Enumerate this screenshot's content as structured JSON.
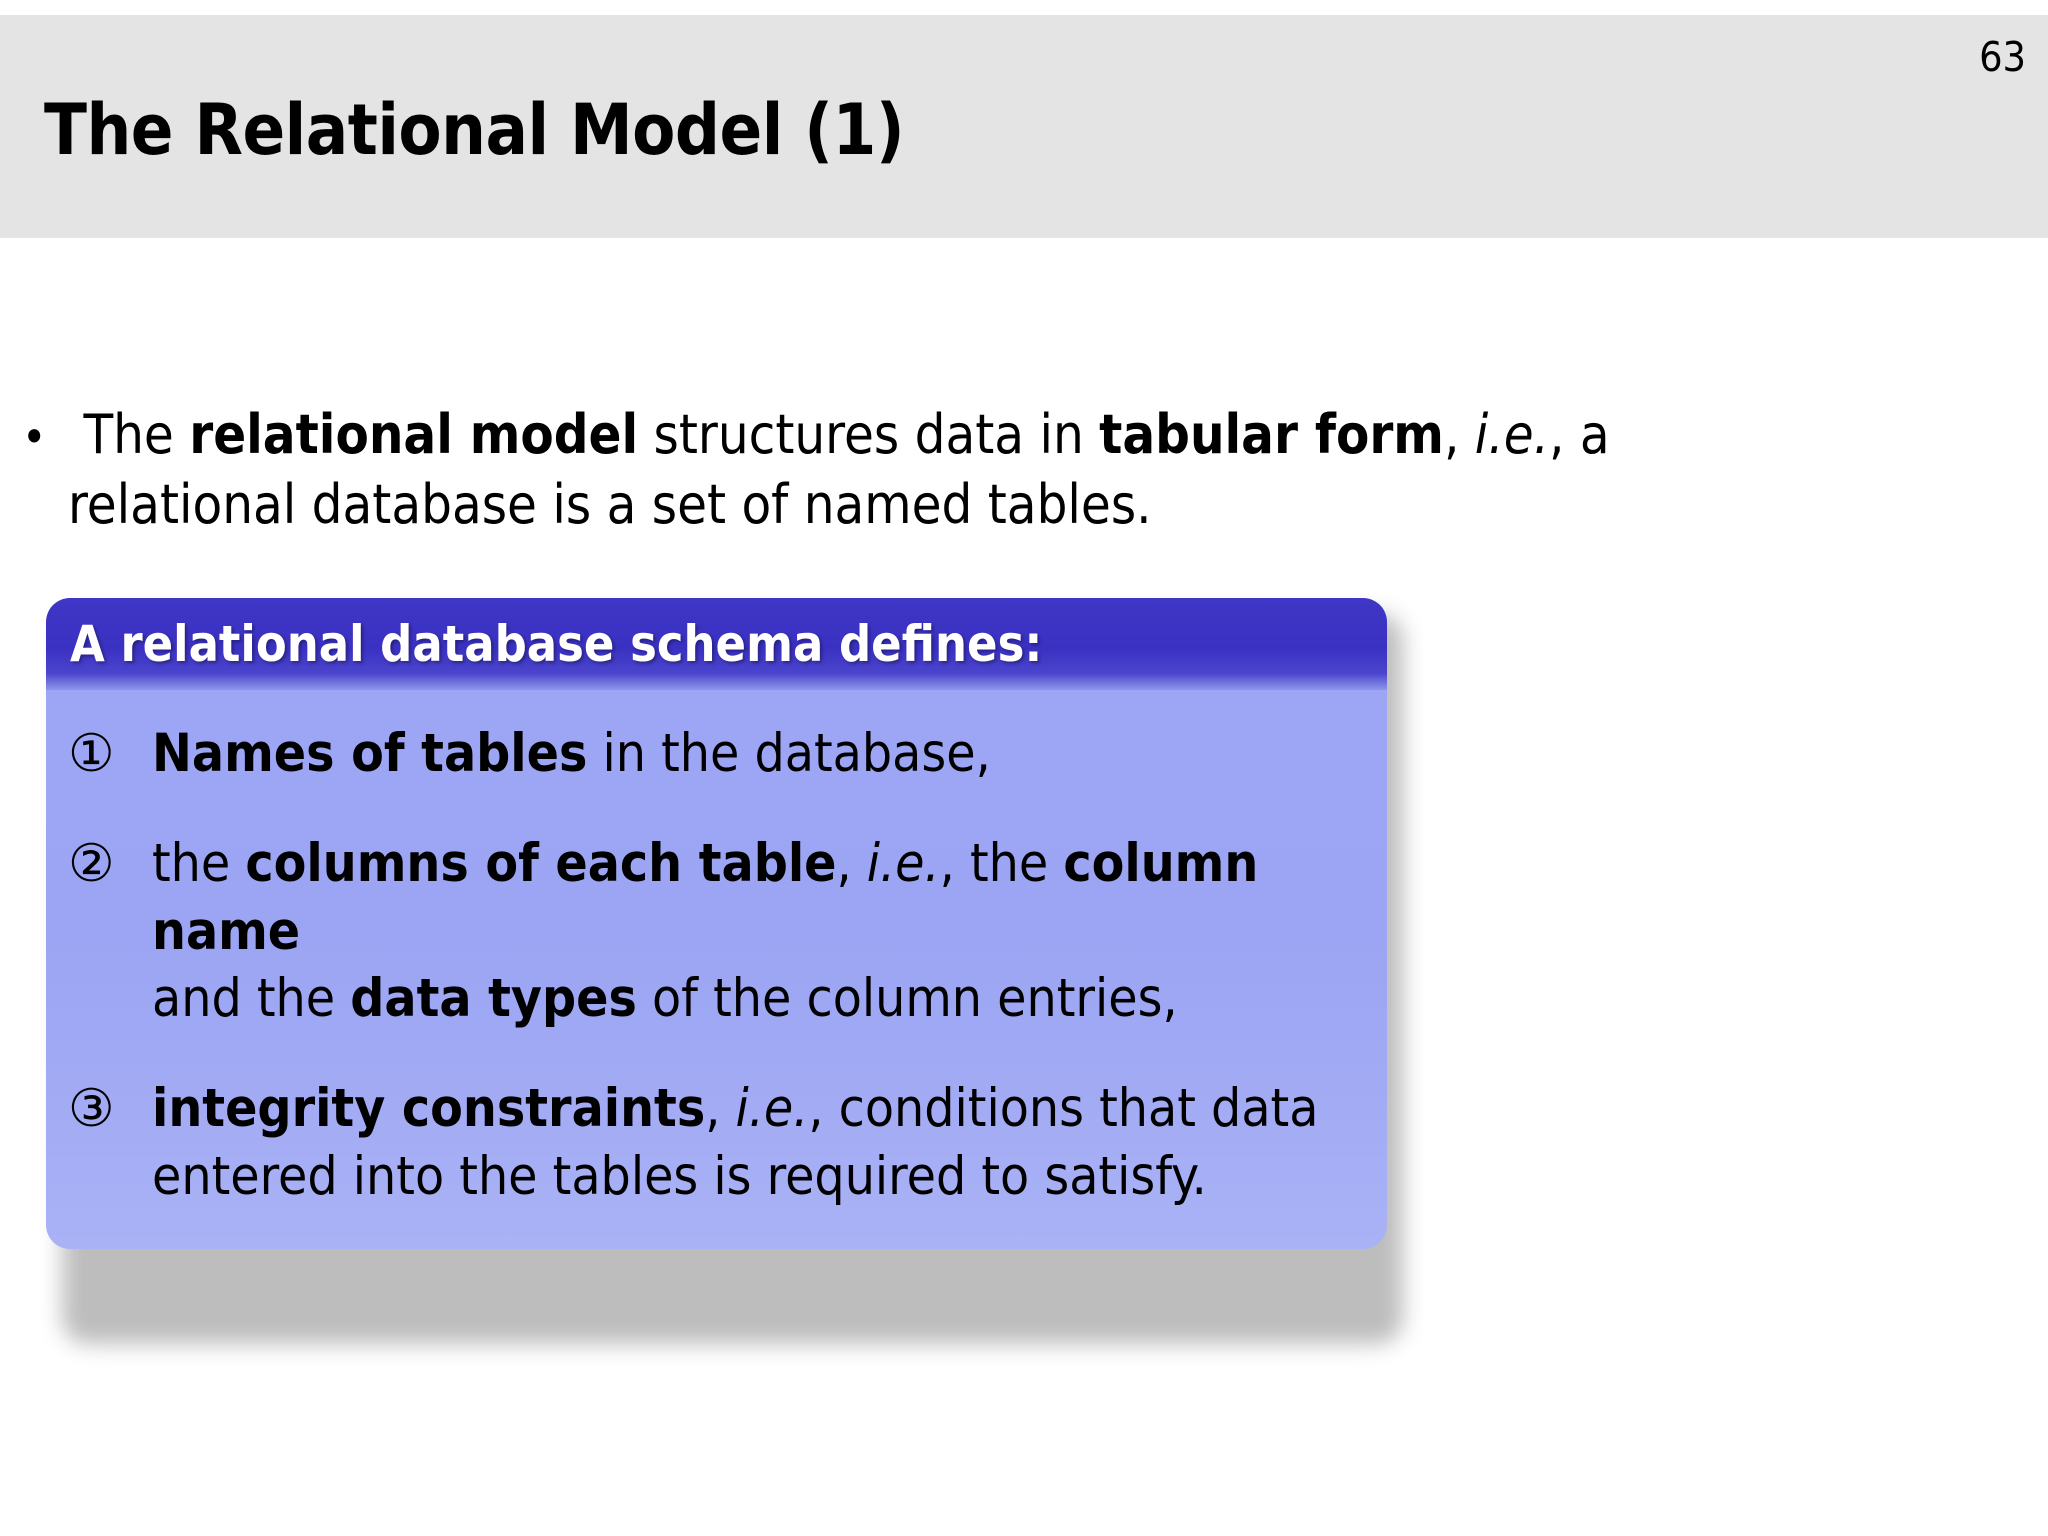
{
  "slide": {
    "page_number": "63",
    "title": "The Relational Model (1)",
    "header_bg": "#e4e4e4"
  },
  "lead_bullet": {
    "bullet_glyph": "•",
    "line1_parts": [
      {
        "text": "The ",
        "style": "normal"
      },
      {
        "text": "relational model",
        "style": "bold"
      },
      {
        "text": " structures data in ",
        "style": "normal"
      },
      {
        "text": "tabular form",
        "style": "bold"
      },
      {
        "text": ", ",
        "style": "normal"
      },
      {
        "text": "i.e.",
        "style": "italic"
      },
      {
        "text": ", a",
        "style": "normal"
      }
    ],
    "line2": "relational database is a set of named tables.",
    "full_text": "The relational model structures data in tabular form, i.e., a relational database is a set of named tables."
  },
  "block": {
    "header": "A relational database schema defines:",
    "header_bg": "#3a31c2",
    "body_bg": "#9ca6f4",
    "header_text_color": "#ffffff",
    "items": [
      {
        "number": "①",
        "number_value": "1",
        "parts": [
          {
            "text": "Names of tables",
            "style": "bold"
          },
          {
            "text": " in the database,",
            "style": "normal"
          }
        ],
        "full_text": "Names of tables in the database,"
      },
      {
        "number": "②",
        "number_value": "2",
        "parts": [
          {
            "text": "the ",
            "style": "normal"
          },
          {
            "text": "columns of each table",
            "style": "bold"
          },
          {
            "text": ", ",
            "style": "normal"
          },
          {
            "text": "i.e.",
            "style": "italic"
          },
          {
            "text": ", the ",
            "style": "normal"
          },
          {
            "text": "column name",
            "style": "bold"
          }
        ],
        "line2_parts": [
          {
            "text": "and the ",
            "style": "normal"
          },
          {
            "text": "data types",
            "style": "bold"
          },
          {
            "text": " of the column entries,",
            "style": "normal"
          }
        ],
        "full_text": "the columns of each table, i.e., the column name and the data types of the column entries,"
      },
      {
        "number": "③",
        "number_value": "3",
        "parts": [
          {
            "text": "integrity constraints",
            "style": "bold"
          },
          {
            "text": ", ",
            "style": "normal"
          },
          {
            "text": "i.e.",
            "style": "italic"
          },
          {
            "text": ", conditions that data",
            "style": "normal"
          }
        ],
        "line2_parts": [
          {
            "text": "entered into the tables is required to satisfy.",
            "style": "normal"
          }
        ],
        "full_text": "integrity constraints, i.e., conditions that data entered into the tables is required to satisfy."
      }
    ]
  }
}
